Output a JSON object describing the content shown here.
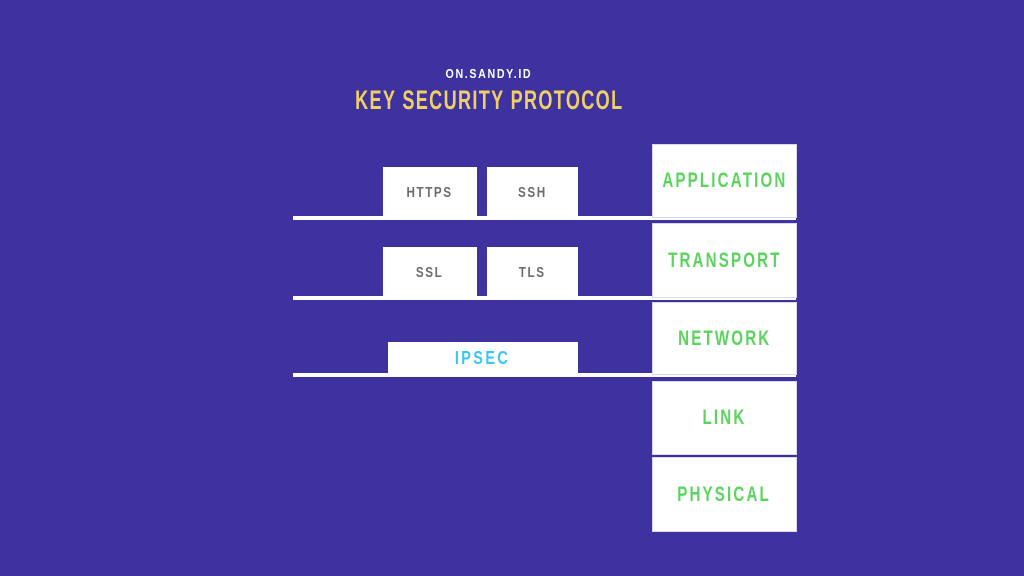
{
  "slide": {
    "brand": "ON.SANDY.ID",
    "title": "KEY SECURITY PROTOCOL"
  },
  "colors": {
    "background": "#3d329f",
    "title_yellow": "#f0d064",
    "brand_white": "#ffffff",
    "layer_label_green": "#5bd35e",
    "ipsec_cyan": "#38c6f4",
    "protocol_gray": "#6d6d6d",
    "box_white": "#ffffff",
    "divider_white": "#ffffff"
  },
  "diagram": {
    "layers": [
      {
        "label": "APPLICATION"
      },
      {
        "label": "TRANSPORT"
      },
      {
        "label": "NETWORK"
      },
      {
        "label": "LINK"
      },
      {
        "label": "PHYSICAL"
      }
    ],
    "protocols": [
      {
        "label": "HTTPS",
        "layer": "APPLICATION"
      },
      {
        "label": "SSH",
        "layer": "APPLICATION"
      },
      {
        "label": "SSL",
        "layer": "TRANSPORT"
      },
      {
        "label": "TLS",
        "layer": "TRANSPORT"
      },
      {
        "label": "IPSEC",
        "layer": "NETWORK"
      }
    ]
  }
}
